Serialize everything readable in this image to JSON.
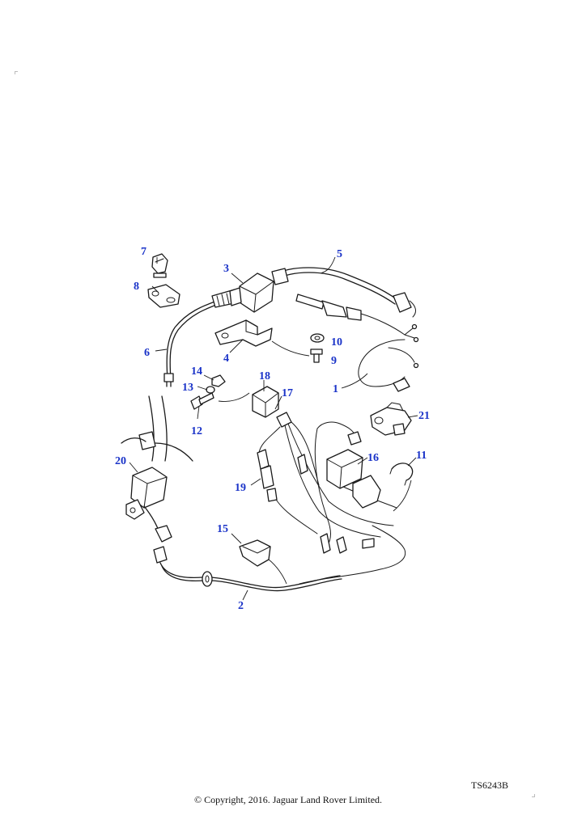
{
  "diagram": {
    "callouts": {
      "c1": "1",
      "c2": "2",
      "c3": "3",
      "c4": "4",
      "c5": "5",
      "c6": "6",
      "c7": "7",
      "c8": "8",
      "c9": "9",
      "c10": "10",
      "c11": "11",
      "c12": "12",
      "c13": "13",
      "c14": "14",
      "c15": "15",
      "c16": "16",
      "c17": "17",
      "c18": "18",
      "c19": "19",
      "c20": "20",
      "c21": "21"
    },
    "callout_color": "#1a33c8"
  },
  "footer": {
    "ref_code": "TS6243B",
    "copyright": "© Copyright, 2016. Jaguar Land Rover Limited."
  }
}
